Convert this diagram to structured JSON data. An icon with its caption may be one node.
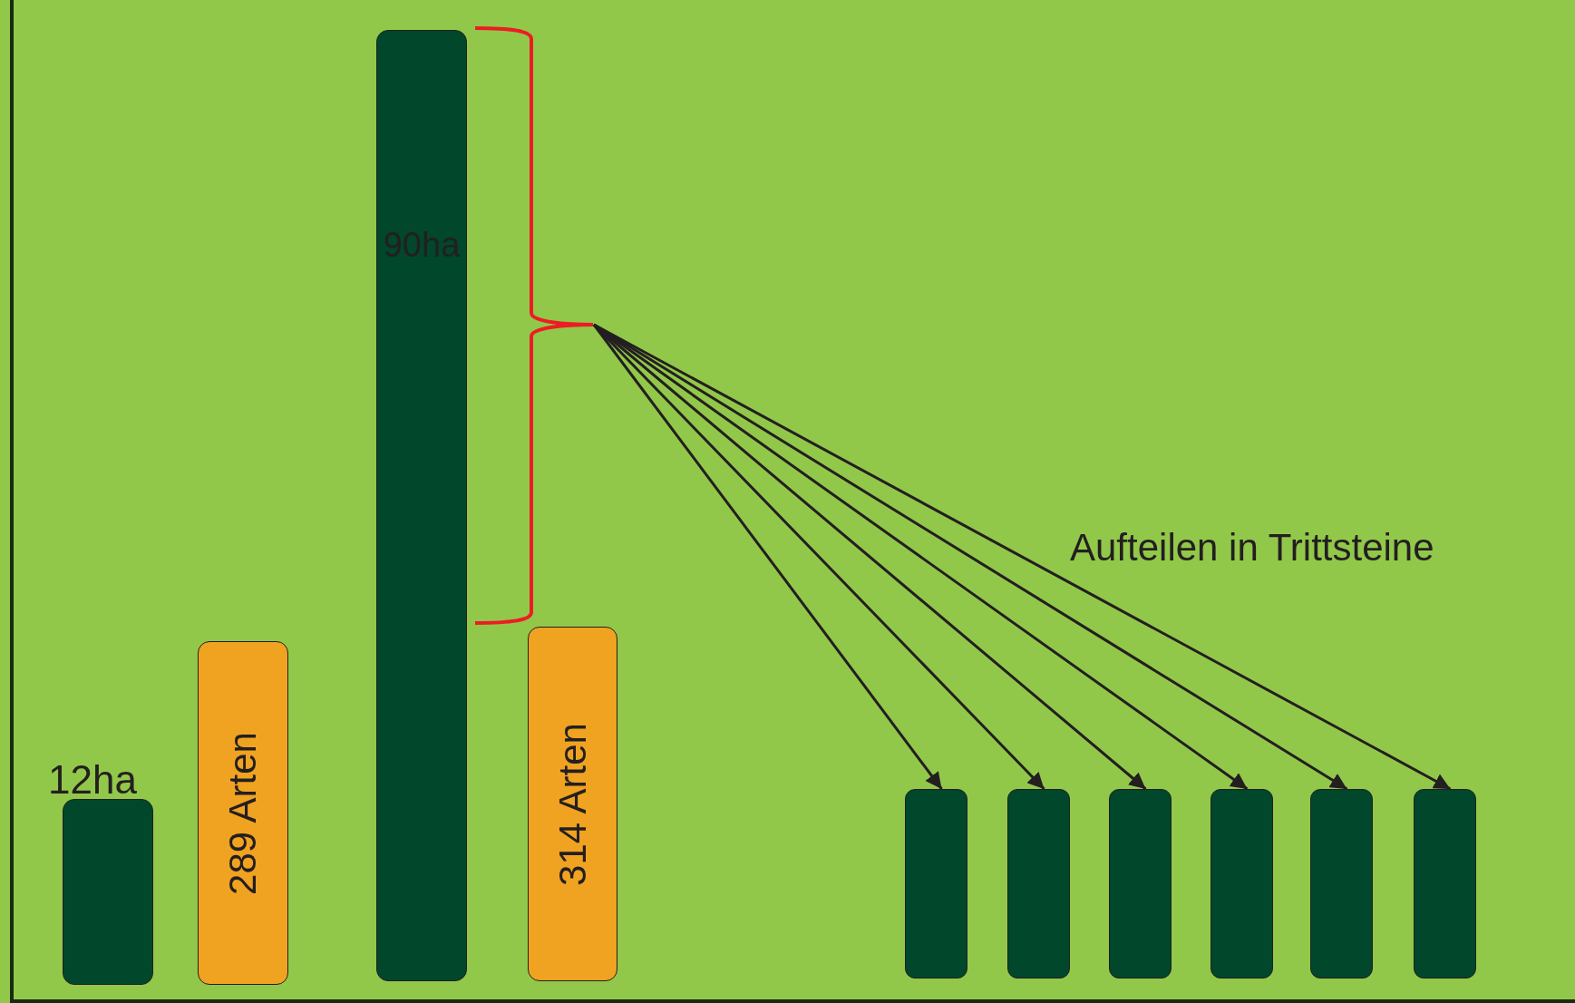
{
  "diagram": {
    "nodes": [
      {
        "text": [
          "12ha"
        ]
      },
      {
        "text": [
          "289 Arten"
        ]
      },
      {
        "text": [
          "90ha"
        ]
      },
      {
        "text": [],
        "shape": "brace"
      },
      {
        "text": [
          "314 Arten"
        ]
      },
      {
        "text": [],
        "shape": "box"
      },
      {
        "text": [],
        "shape": "box"
      },
      {
        "text": [],
        "shape": "box"
      },
      {
        "text": [],
        "shape": "box"
      },
      {
        "text": [],
        "shape": "box"
      },
      {
        "text": [],
        "shape": "box"
      }
    ],
    "edges": [
      {
        "from": 3,
        "to": 5,
        "arrow": "to"
      },
      {
        "from": 3,
        "to": 6,
        "arrow": "to"
      },
      {
        "from": 3,
        "to": 7,
        "arrow": "to"
      },
      {
        "from": 3,
        "to": 8,
        "arrow": "to"
      },
      {
        "from": 3,
        "to": 9,
        "arrow": "to"
      },
      {
        "from": 3,
        "to": 10,
        "arrow": "to"
      }
    ],
    "labels": [
      "Aufteilen in Trittsteine"
    ]
  }
}
